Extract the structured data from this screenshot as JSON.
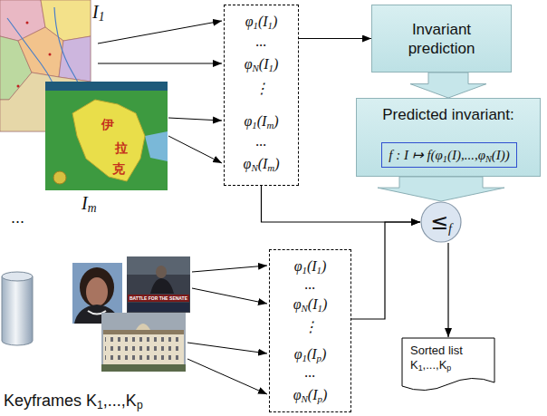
{
  "diagram": {
    "nodes": [
      {
        "text": [
          "φ1(I1)",
          "...",
          "φN(I1)",
          "⋮",
          "φ1(Im)",
          "...",
          "φN(Im)"
        ]
      },
      {
        "text": [
          "Invariant prediction"
        ]
      },
      {
        "text": [
          "Predicted invariant:"
        ]
      },
      {
        "text": [
          "f : I ↦ f(φ1(I),...,φN(I))"
        ],
        "in": 2
      },
      {
        "text": [
          "≤f"
        ]
      },
      {
        "text": [
          "φ1(I1)",
          "...",
          "φN(I1)",
          "⋮",
          "φ1(Ip)",
          "...",
          "φN(Ip)"
        ]
      },
      {
        "text": [
          "Sorted list K1,...,Kp"
        ]
      }
    ],
    "edges": [
      {
        "from": 0,
        "to": 1,
        "arrow": "to"
      },
      {
        "from": 1,
        "to": 2,
        "arrow": "to"
      },
      {
        "from": 2,
        "to": 4,
        "arrow": "to"
      },
      {
        "from": 0,
        "to": 4,
        "arrow": "to"
      },
      {
        "from": 5,
        "to": 4,
        "arrow": "to"
      },
      {
        "from": 4,
        "to": 6,
        "arrow": "to"
      }
    ],
    "labels": [
      "I1",
      "...",
      "Im",
      "Keyframes K1,...,Kp",
      "伊",
      "拉",
      "克",
      "BATTLE FOR THE SENATE"
    ]
  }
}
